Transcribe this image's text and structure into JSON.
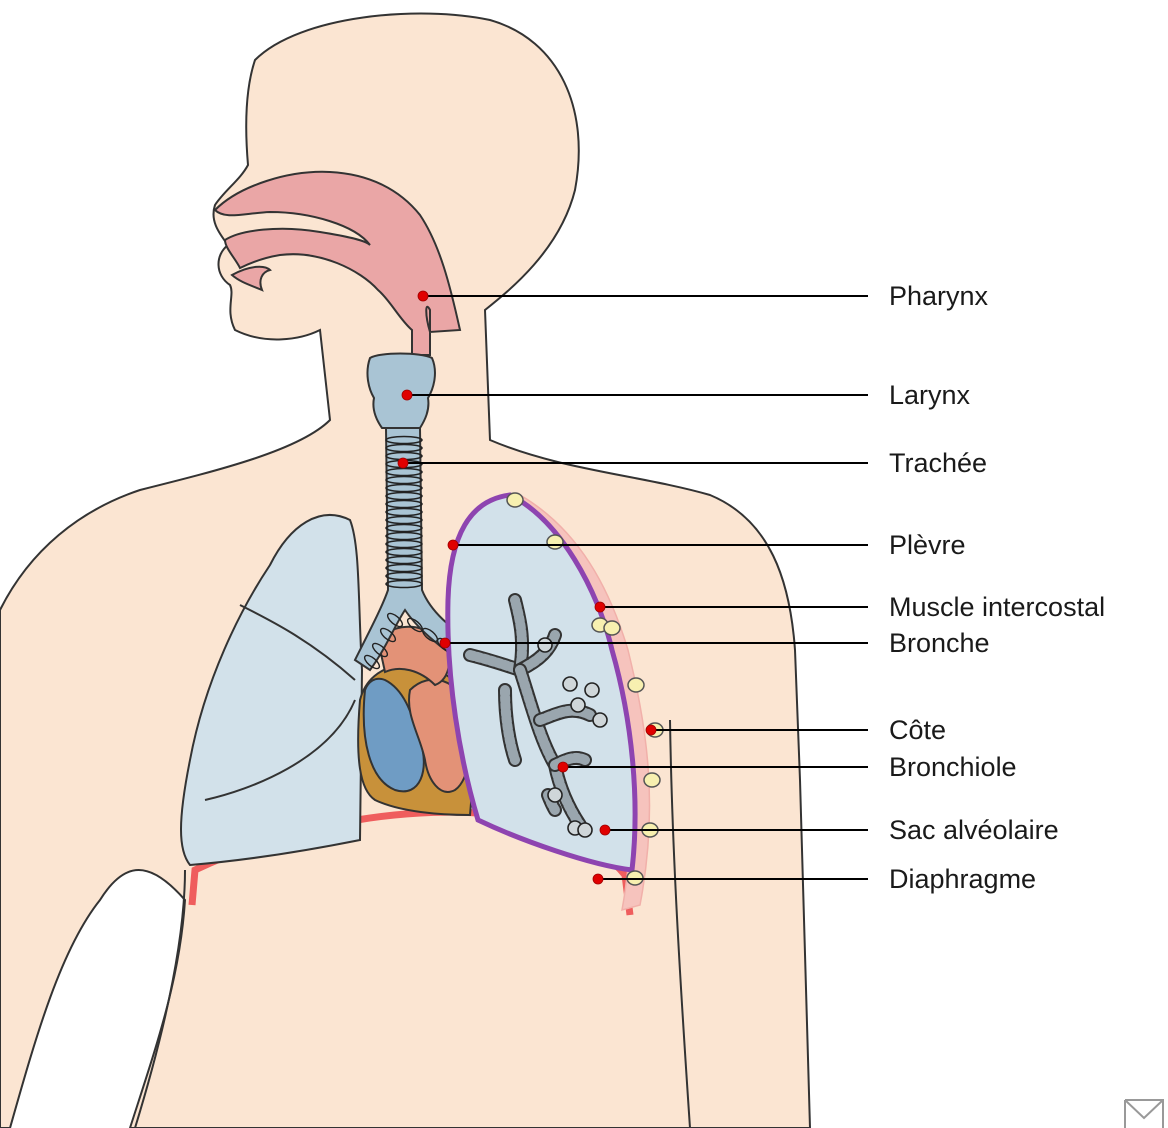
{
  "colors": {
    "skin": "#fbe5d2",
    "lung": "#d2e1ea",
    "airway": "#eaa6a6",
    "trachea": "#a9c4d4",
    "pleura": "#8e44b0",
    "muscle": "#f1b0aa",
    "diaphragm": "#ef5d5d",
    "marker": "#e00000",
    "heart_red": "#e39277",
    "heart_blue": "#6f9cc4",
    "heart_gold": "#c8913a",
    "rib": "#f7f0b0"
  },
  "labels": [
    {
      "id": "pharynx",
      "text": "Pharynx"
    },
    {
      "id": "larynx",
      "text": "Larynx"
    },
    {
      "id": "trachee",
      "text": "Trachée"
    },
    {
      "id": "plevre",
      "text": "Plèvre"
    },
    {
      "id": "muscle-intercostal",
      "text": "Muscle intercostal"
    },
    {
      "id": "bronche",
      "text": "Bronche"
    },
    {
      "id": "cote",
      "text": "Côte"
    },
    {
      "id": "bronchiole",
      "text": "Bronchiole"
    },
    {
      "id": "sac-alveolaire",
      "text": "Sac alvéolaire"
    },
    {
      "id": "diaphragme",
      "text": "Diaphragme"
    }
  ],
  "corner_icon": "envelope-icon"
}
